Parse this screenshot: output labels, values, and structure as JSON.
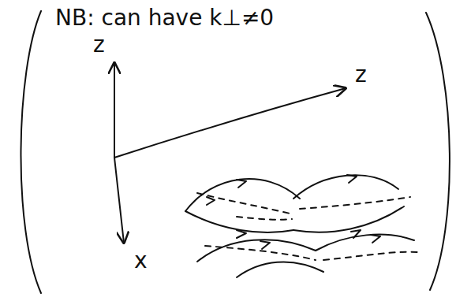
{
  "diagram": {
    "labels": [
      "NB: can have k⊥≠0",
      "z",
      "z",
      "x"
    ]
  }
}
